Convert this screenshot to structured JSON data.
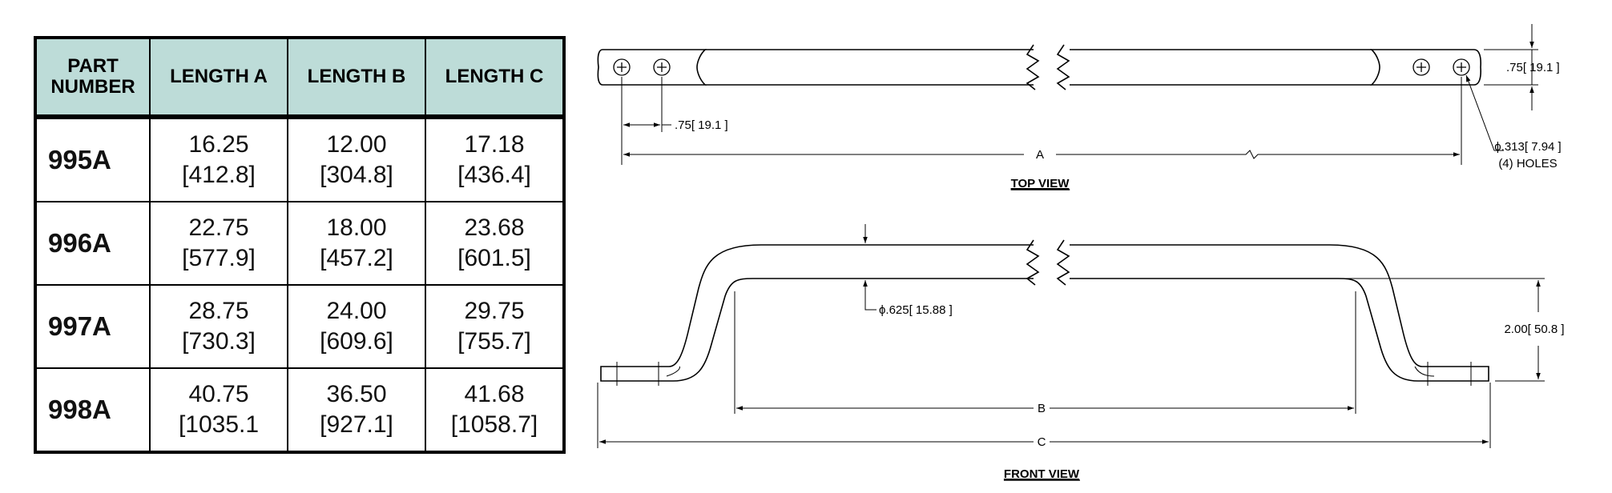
{
  "table": {
    "headers": {
      "part_number": "PART\nNUMBER",
      "length_a": "LENGTH A",
      "length_b": "LENGTH B",
      "length_c": "LENGTH C"
    },
    "rows": [
      {
        "part": "995A",
        "a_in": "16.25",
        "a_mm": "[412.8]",
        "b_in": "12.00",
        "b_mm": "[304.8]",
        "c_in": "17.18",
        "c_mm": "[436.4]"
      },
      {
        "part": "996A",
        "a_in": "22.75",
        "a_mm": "[577.9]",
        "b_in": "18.00",
        "b_mm": "[457.2]",
        "c_in": "23.68",
        "c_mm": "[601.5]"
      },
      {
        "part": "997A",
        "a_in": "28.75",
        "a_mm": "[730.3]",
        "b_in": "24.00",
        "b_mm": "[609.6]",
        "c_in": "29.75",
        "c_mm": "[755.7]"
      },
      {
        "part": "998A",
        "a_in": "40.75",
        "a_mm": "[1035.1",
        "b_in": "36.50",
        "b_mm": "[927.1]",
        "c_in": "41.68",
        "c_mm": "[1058.7]"
      }
    ]
  },
  "top_view": {
    "title": "TOP VIEW",
    "hole_spacing": ".75[ 19.1 ]",
    "width": ".75[ 19.1 ]",
    "hole_dia": "ϕ.313[ 7.94 ]",
    "hole_count": "(4) HOLES",
    "length_label": "A"
  },
  "front_view": {
    "title": "FRONT VIEW",
    "rod_dia": "ϕ.625[ 15.88 ]",
    "height": "2.00[ 50.8 ]",
    "inner_label": "B",
    "overall_label": "C"
  }
}
